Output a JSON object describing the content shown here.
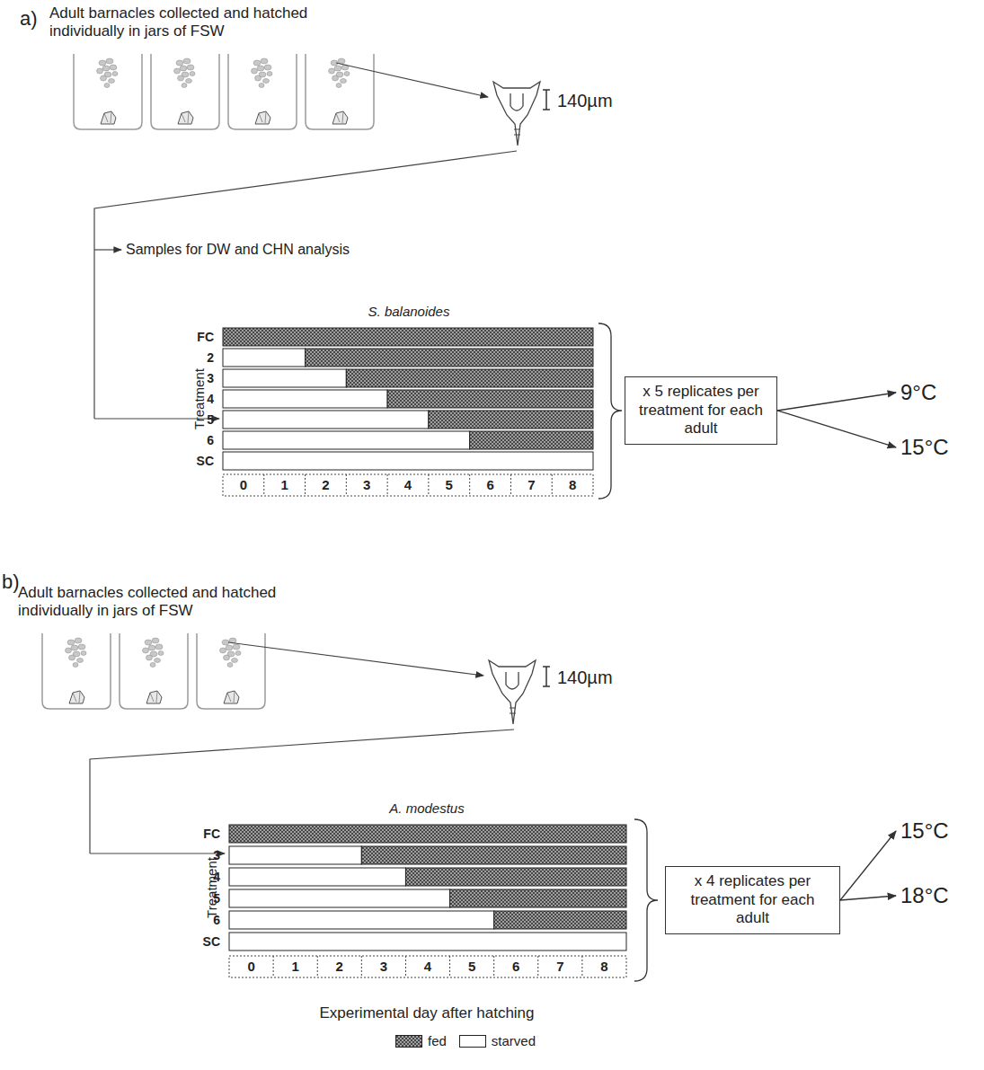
{
  "diagram": {
    "nodes": [
      {
        "text": [
          "x 5 replicates per treatment for each adult"
        ]
      },
      {
        "text": [
          "9°C"
        ]
      },
      {
        "text": [
          "15°C"
        ]
      },
      {
        "text": [
          "x 4 replicates per treatment for each adult"
        ]
      },
      {
        "text": [
          "15°C"
        ]
      },
      {
        "text": [
          "18°C"
        ]
      }
    ],
    "edges": [
      {
        "from": 0,
        "to": 1,
        "arrow": "to"
      },
      {
        "from": 0,
        "to": 2,
        "arrow": "to"
      },
      {
        "from": 3,
        "to": 4,
        "arrow": "to"
      },
      {
        "from": 3,
        "to": 5,
        "arrow": "to"
      }
    ],
    "labels": [
      "a)",
      "Adult barnacles collected and hatched individually in jars of FSW",
      "140µm",
      "Samples for DW and CHN analysis",
      "S. balanoides",
      "Treatment",
      "FC",
      "2",
      "3",
      "4",
      "5",
      "6",
      "SC",
      "0",
      "1",
      "2",
      "3",
      "4",
      "5",
      "6",
      "7",
      "8",
      "b)",
      "Adult barnacles collected and hatched individually in jars of FSW",
      "140µm",
      "A. modestus",
      "Treatment",
      "FC",
      "3",
      "4",
      "5",
      "6",
      "SC",
      "0",
      "1",
      "2",
      "3",
      "4",
      "5",
      "6",
      "7",
      "8",
      "Experimental day after hatching"
    ],
    "legend": [
      {
        "text": "fed"
      },
      {
        "text": "starved",
        "color": "#ffffff"
      }
    ]
  }
}
